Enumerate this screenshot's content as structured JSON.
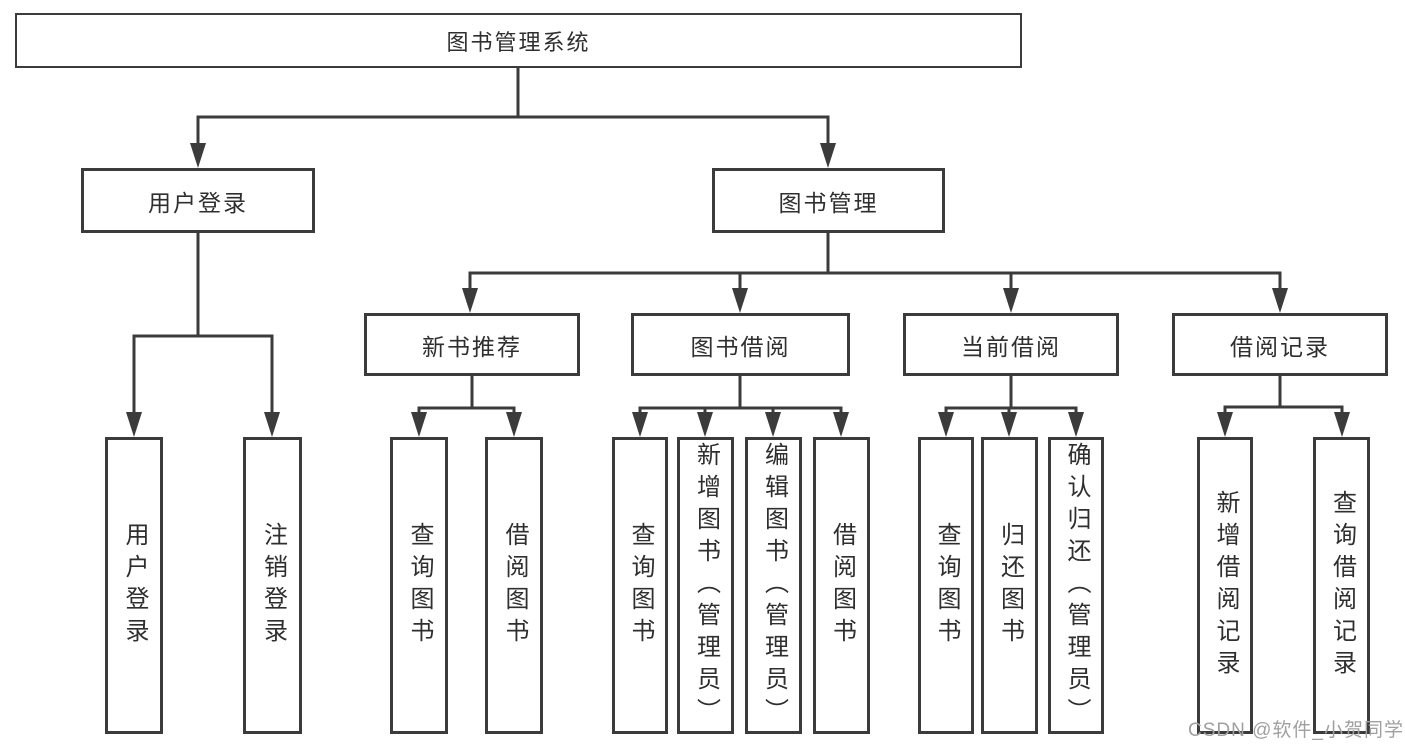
{
  "colors": {
    "line": "#3b3b3b",
    "text": "#2f2f2f",
    "background": "#ffffff",
    "watermark": "#a0a0a0"
  },
  "diagram": {
    "root": {
      "label": "图书管理系统"
    },
    "branches": [
      {
        "label": "用户登录",
        "children": [
          {
            "label": "用户登录"
          },
          {
            "label": "注销登录"
          }
        ]
      },
      {
        "label": "图书管理",
        "children": [
          {
            "label": "新书推荐",
            "children": [
              {
                "label": "查询图书"
              },
              {
                "label": "借阅图书"
              }
            ]
          },
          {
            "label": "图书借阅",
            "children": [
              {
                "label": "查询图书"
              },
              {
                "label": "新增图书（管理员）"
              },
              {
                "label": "编辑图书（管理员）"
              },
              {
                "label": "借阅图书"
              }
            ]
          },
          {
            "label": "当前借阅",
            "children": [
              {
                "label": "查询图书"
              },
              {
                "label": "归还图书"
              },
              {
                "label": "确认归还（管理员）"
              }
            ]
          },
          {
            "label": "借阅记录",
            "children": [
              {
                "label": "新增借阅记录"
              },
              {
                "label": "查询借阅记录"
              }
            ]
          }
        ]
      }
    ]
  },
  "watermark": {
    "text": "CSDN @软件_小贺同学"
  }
}
